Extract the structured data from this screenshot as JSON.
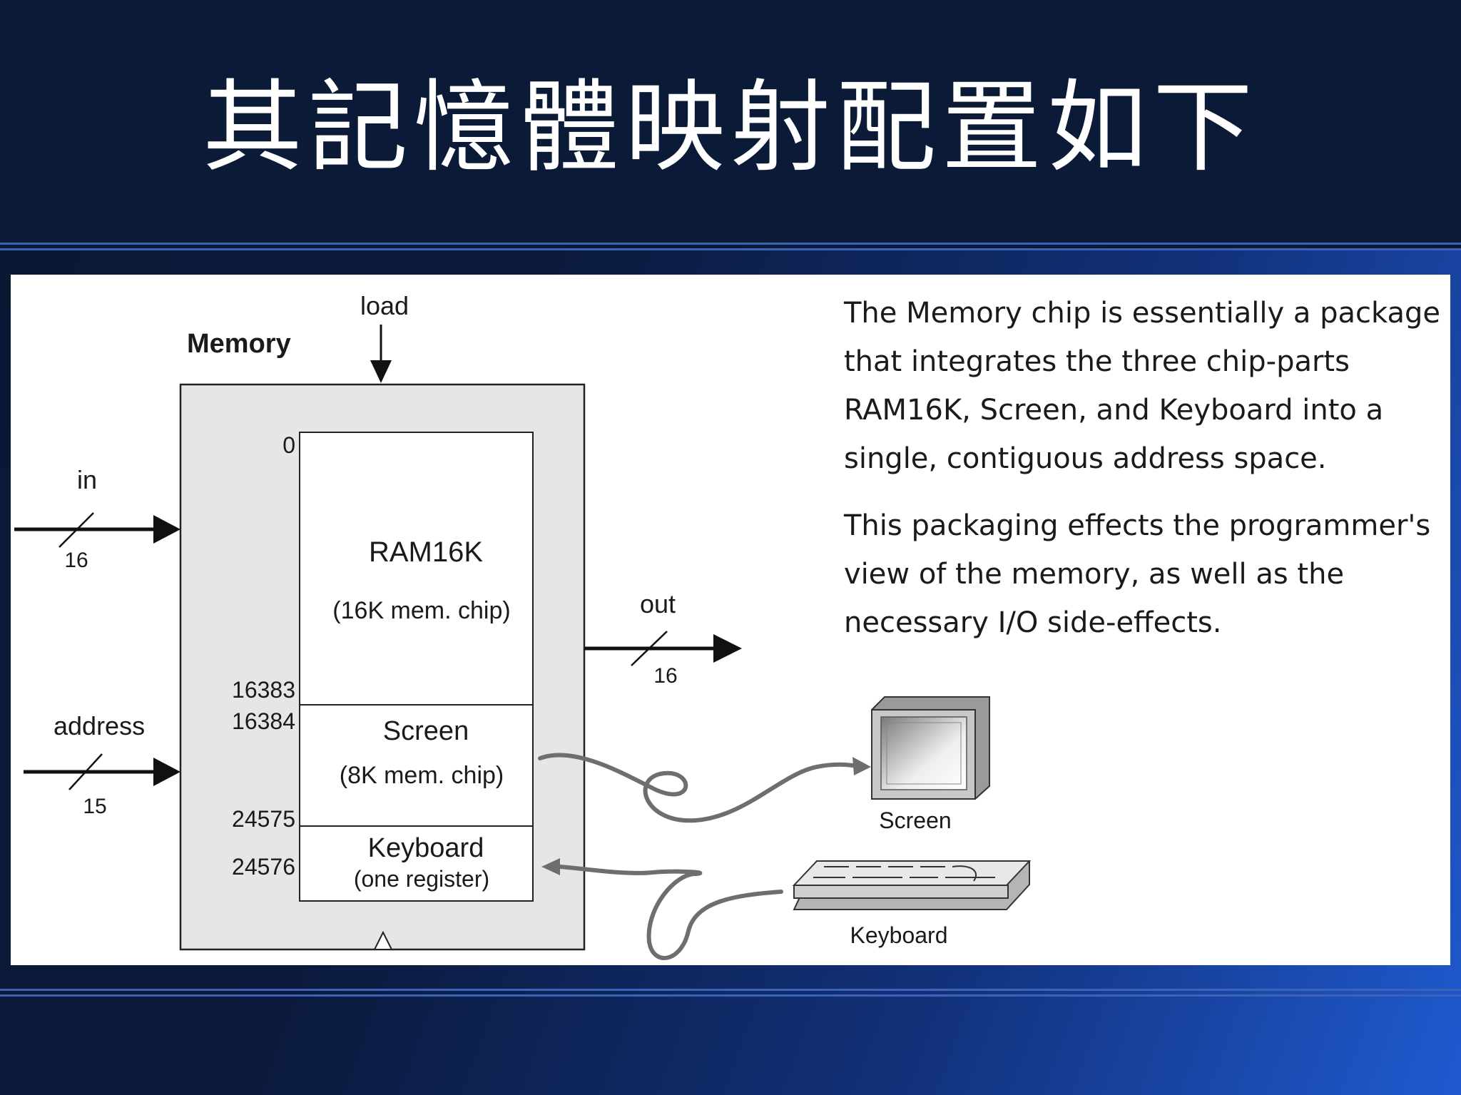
{
  "slide": {
    "title": "其記憶體映射配置如下",
    "accent_color": "#3c63b8",
    "background_color": "#0b1a36"
  },
  "diagram": {
    "chip_name": "Memory",
    "load_label": "load",
    "in_label": "in",
    "in_width": "16",
    "address_label": "address",
    "address_width": "15",
    "out_label": "out",
    "out_width": "16",
    "ram": {
      "name": "RAM16K",
      "desc": "(16K mem. chip)"
    },
    "screen_part": {
      "name": "Screen",
      "desc": "(8K mem. chip)"
    },
    "keyboard_part": {
      "name": "Keyboard",
      "desc": "(one register)"
    },
    "addresses": [
      "0",
      "16383",
      "16384",
      "24575",
      "24576"
    ],
    "device_screen_label": "Screen",
    "device_keyboard_label": "Keyboard"
  },
  "description": {
    "paragraph1": "The Memory chip is essentially a package that integrates the three chip-parts RAM16K, Screen, and Keyboard into a single, contiguous address space.",
    "paragraph2": "This packaging effects the programmer's view of the memory, as well as the necessary I/O side-effects."
  }
}
